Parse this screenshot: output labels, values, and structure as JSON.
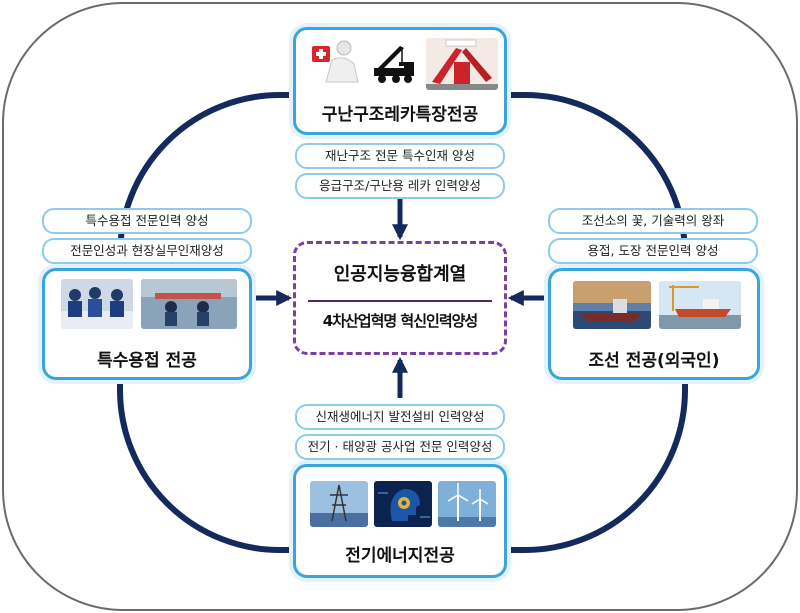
{
  "top": {
    "title": "구난구조레카특장전공",
    "tags": [
      "재난구조 전문 특수인재 양성",
      "응급구조/구난용 레카 인력양성"
    ]
  },
  "left": {
    "title": "특수용접 전공",
    "tags": [
      "특수용접 전문인력 양성",
      "전문인성과 현장실무인재양성"
    ]
  },
  "right": {
    "title": "조선  전공(외국인)",
    "tags": [
      "조선소의 꽃, 기술력의 왕좌",
      "용접, 도장 전문인력 양성"
    ]
  },
  "bottom": {
    "title": "전기에너지전공",
    "tags": [
      "신재생에너지 발전설비 인력양성",
      "전기 · 태양광 공사업 전문 인력양성"
    ]
  },
  "center": {
    "title": "인공지능융합계열",
    "subtitle": "4차산업혁명 혁신인력양성"
  },
  "colors": {
    "ring": "#142a5c",
    "box_border": "#3aa5dd",
    "center_border": "#7a3fa0",
    "outer_frame": "#6b6b6b"
  }
}
